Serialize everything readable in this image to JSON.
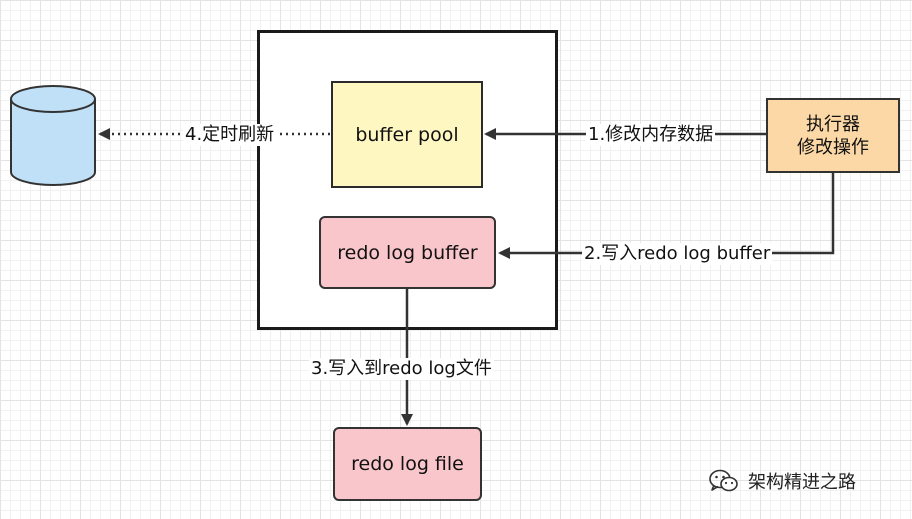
{
  "boxes": {
    "buffer_pool": "buffer pool",
    "redo_log_buffer": "redo log buffer",
    "redo_log_file": "redo log file",
    "executor_line1": "执行器",
    "executor_line2": "修改操作"
  },
  "edges": {
    "step1": "1.修改内存数据",
    "step2": "2.写入redo log buffer",
    "step3": "3.写入到redo log文件",
    "step4": "4.定时刷新"
  },
  "watermark": {
    "text": "架构精进之路",
    "icon": "wechat-icon"
  },
  "colors": {
    "buffer_pool_fill": "#fff7c2",
    "redo_fill": "#f9c6cb",
    "executor_fill": "#fbd8a6",
    "database_fill": "#bfe0f7",
    "line": "#333333"
  }
}
